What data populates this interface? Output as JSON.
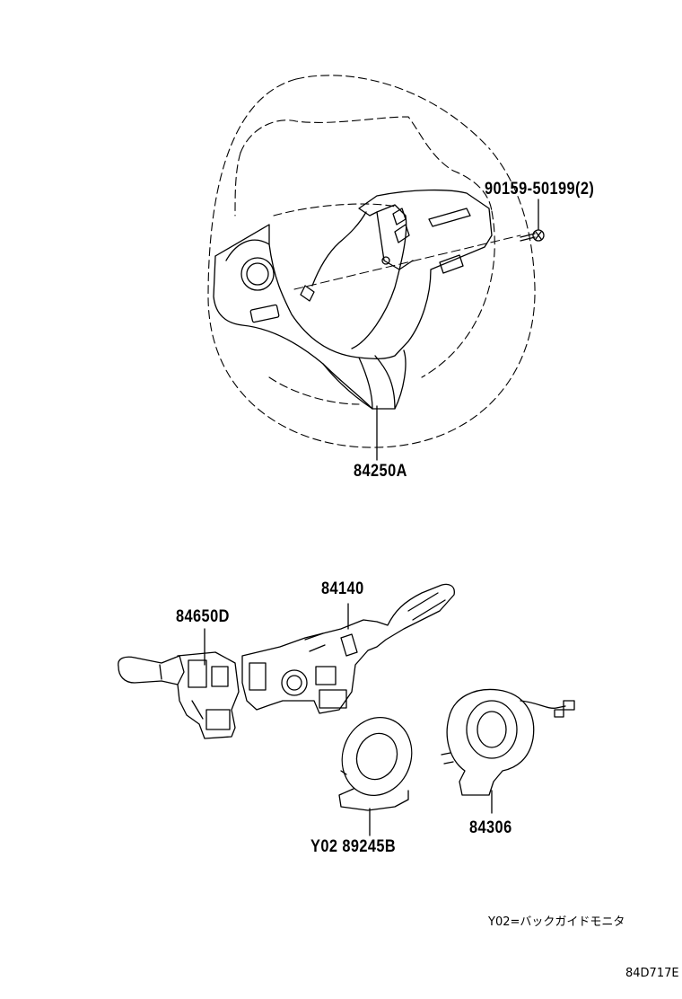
{
  "parts": {
    "steering_pad": "84250A",
    "screw": "90159-50199(2)",
    "combo_switch": "84140",
    "wiper_switch": "84650D",
    "sensor": "Y02 89245B",
    "spiral_cable": "84306"
  },
  "footnote": "Y02=バックガイドモニタ",
  "illustration_code": "84D717E"
}
